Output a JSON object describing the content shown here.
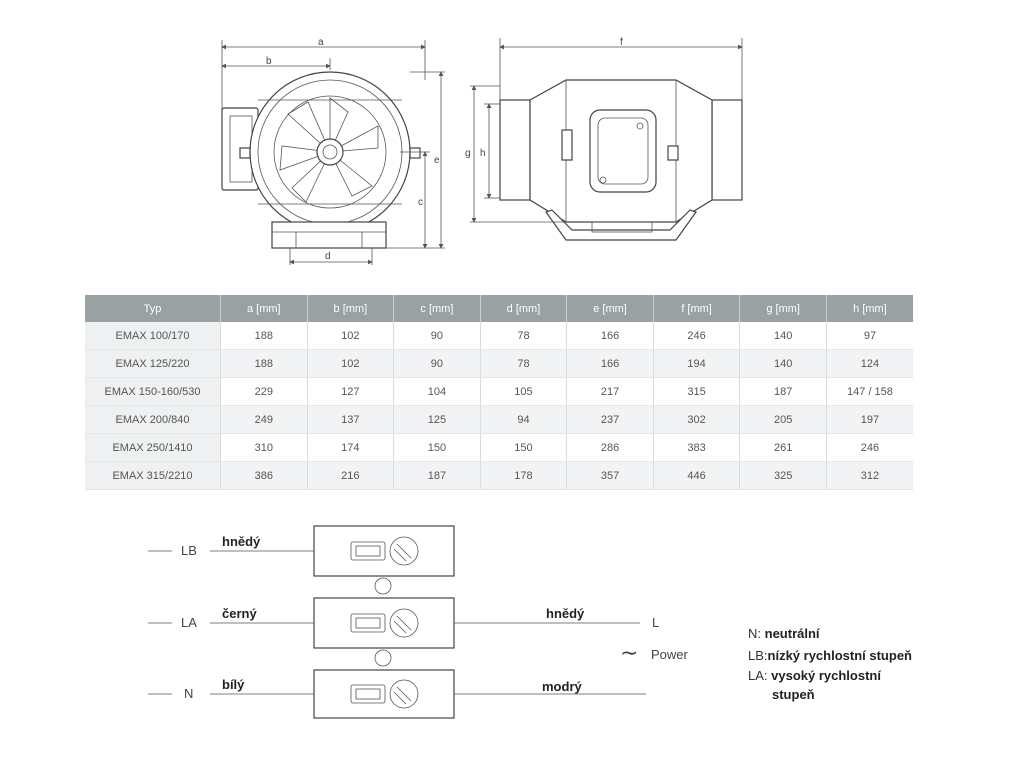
{
  "dimensions": {
    "a": "a",
    "b": "b",
    "c": "c",
    "d": "d",
    "e": "e",
    "f": "f",
    "g": "g",
    "h": "h"
  },
  "table": {
    "headers": [
      "Typ",
      "a [mm]",
      "b [mm]",
      "c [mm]",
      "d [mm]",
      "e [mm]",
      "f [mm]",
      "g [mm]",
      "h [mm]"
    ],
    "rows": [
      [
        "EMAX 100/170",
        "188",
        "102",
        "90",
        "78",
        "166",
        "246",
        "140",
        "97"
      ],
      [
        "EMAX 125/220",
        "188",
        "102",
        "90",
        "78",
        "166",
        "194",
        "140",
        "124"
      ],
      [
        "EMAX 150-160/530",
        "229",
        "127",
        "104",
        "105",
        "217",
        "315",
        "187",
        "147 / 158"
      ],
      [
        "EMAX 200/840",
        "249",
        "137",
        "125",
        "94",
        "237",
        "302",
        "205",
        "197"
      ],
      [
        "EMAX 250/1410",
        "310",
        "174",
        "150",
        "150",
        "286",
        "383",
        "261",
        "246"
      ],
      [
        "EMAX 315/2210",
        "386",
        "216",
        "187",
        "178",
        "357",
        "446",
        "325",
        "312"
      ]
    ]
  },
  "wiring": {
    "lb": "LB",
    "la": "LA",
    "n": "N",
    "l": "L",
    "power": "Power",
    "tilde": "∼",
    "color_lb": "hnědý",
    "color_la": "černý",
    "color_n": "bílý",
    "color_l": "hnědý",
    "color_power": "modrý"
  },
  "legend": {
    "n_key": "N:",
    "n_text": "neutrální",
    "lb_key": "LB:",
    "lb_text": "nízký rychlostní stupeň",
    "la_key": "LA:",
    "la_text_1": "vysoký rychlostní",
    "la_text_2": "stupeň"
  },
  "colors": {
    "header_bg": "#9aa1a3",
    "line": "#555555"
  }
}
